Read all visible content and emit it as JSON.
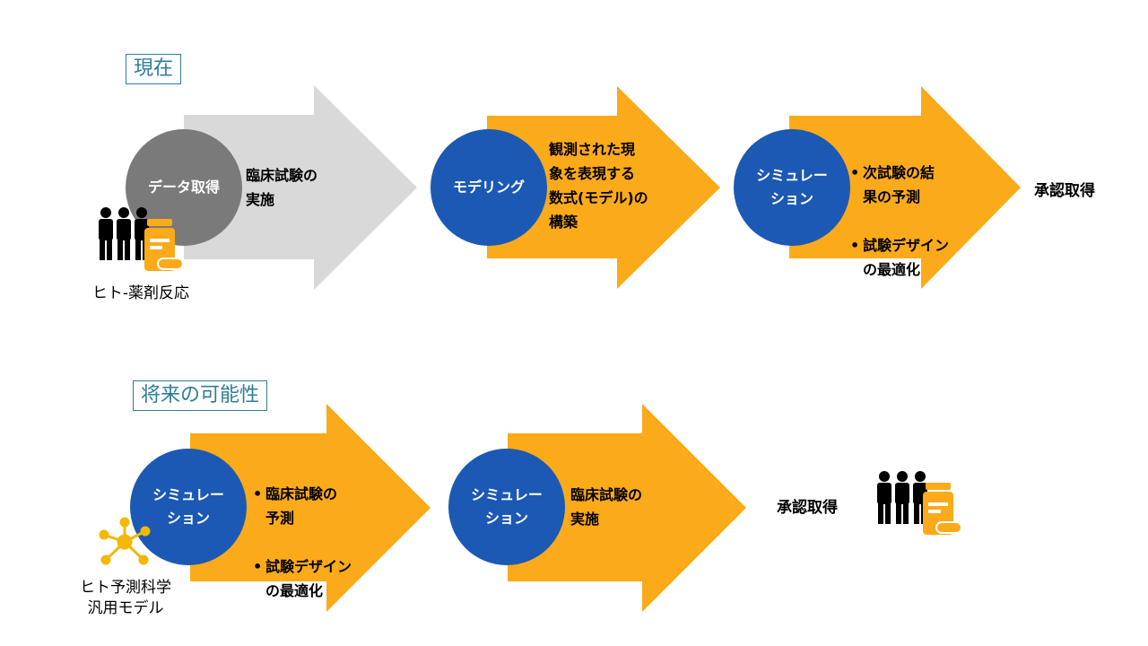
{
  "section_current": {
    "label": "現在",
    "step1": {
      "circle": "データ取得",
      "text_lines": [
        "臨床試験の",
        "実施"
      ]
    },
    "step2": {
      "circle": "モデリング",
      "text_lines": [
        "観測された現",
        "象を表現する",
        "数式(モデル)の",
        "構築"
      ]
    },
    "step3": {
      "circle": "シミュレー\nション",
      "bullets": [
        "次試験の結\n果の予測",
        "試験デザイン\nの最適化"
      ]
    },
    "result": "承認取得",
    "icon_caption": "ヒト-薬剤反応"
  },
  "section_future": {
    "label": "将来の可能性",
    "step1": {
      "circle": "シミュレー\nション",
      "bullets": [
        "臨床試験の\n予測",
        "試験デザイン\nの最適化"
      ]
    },
    "step2": {
      "circle": "シミュレー\nション",
      "text_lines": [
        "臨床試験の",
        "実施"
      ]
    },
    "result": "承認取得",
    "icon_caption_lines": [
      "ヒト予測科学",
      "汎用モデル"
    ]
  },
  "colors": {
    "orange": "#fbaa19",
    "gray_arrow": "#d9d9d9",
    "blue": "#1c59b4",
    "gray_circle": "#7a7a7a",
    "label_border": "#2e7d9a"
  },
  "icons": {
    "people": "people-group-icon",
    "medicine": "medicine-bottle-icon",
    "network": "network-nodes-icon"
  }
}
